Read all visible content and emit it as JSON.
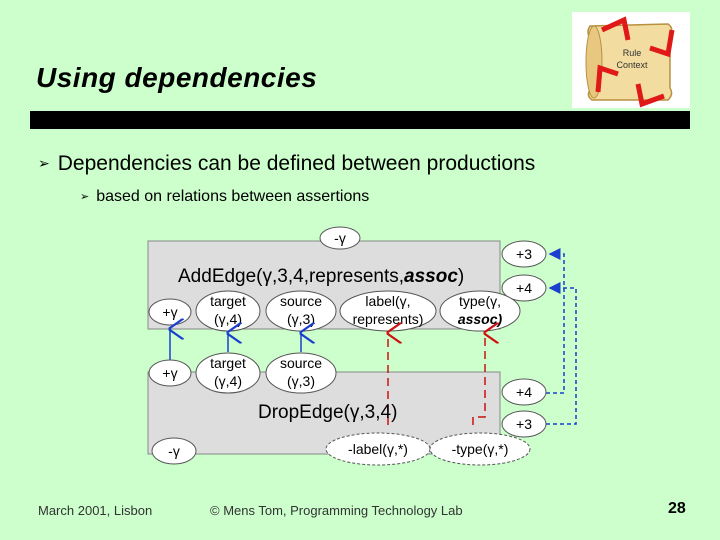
{
  "slide": {
    "title": "Using dependencies",
    "bullet1": "Dependencies can be defined between productions",
    "bullet2": "based on relations between assertions",
    "logo_text_line1": "Rule",
    "logo_text_line2": "Context",
    "footer_left": "March 2001, Lisbon",
    "footer_mid": "© Mens Tom, Programming Technology Lab",
    "page_number": "28"
  },
  "diagram": {
    "top_box": {
      "neg_label": "-γ",
      "title_prefix": "Add",
      "title_rest": "Edge(γ,3,4,represents,",
      "title_assoc": "assoc",
      "title_close": ")",
      "plus_gamma": "+γ",
      "right_badge_top": "+3",
      "right_badge_bottom": "+4",
      "nodes": [
        {
          "line1": "target",
          "line2": "(γ,4)"
        },
        {
          "line1": "source",
          "line2": "(γ,3)"
        },
        {
          "line1": "label(γ,",
          "line2": "represents)"
        },
        {
          "line1": "type(γ,",
          "line2": "assoc)"
        }
      ]
    },
    "bottom_box": {
      "plus_gamma": "+γ",
      "neg_label": "-γ",
      "title": "DropEdge(γ,3,4)",
      "right_badge_top": "+4",
      "right_badge_bottom": "+3",
      "nodes": [
        {
          "line1": "target",
          "line2": "(γ,4)"
        },
        {
          "line1": "source",
          "line2": "(γ,3)"
        }
      ],
      "neg_nodes": [
        {
          "text": "-label(γ,*)"
        },
        {
          "text": "-type(γ,*)"
        }
      ]
    },
    "colors": {
      "box_fill": "#dddddd",
      "node_fill": "#ffffff",
      "blue": "#1a3fcf",
      "red": "#cc1111"
    }
  }
}
